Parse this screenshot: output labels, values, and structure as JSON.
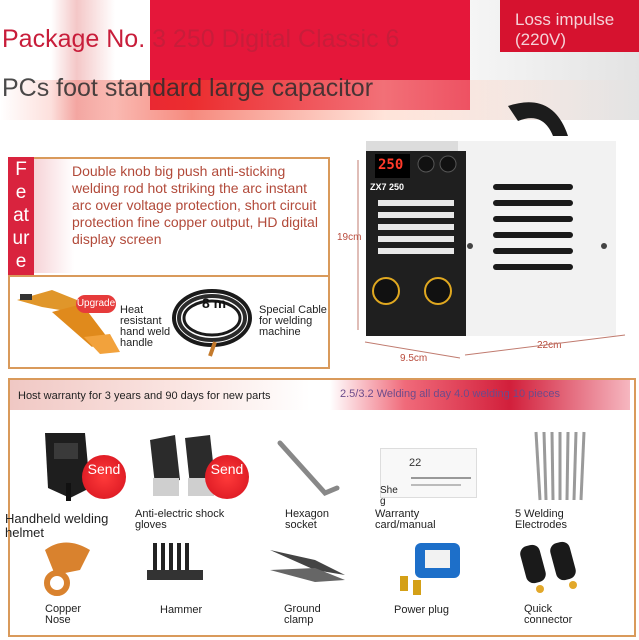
{
  "header": {
    "title_line1": "Package No. 3 250 Digital Classic 6",
    "title_line2": "PCs foot standard large capacitor",
    "loss_impulse": "Loss impulse",
    "voltage": "(220V)"
  },
  "feature": {
    "label_letters": [
      "F",
      "e",
      "at",
      "ur",
      "e"
    ],
    "description": "Double knob big push anti-sticking welding rod hot striking the arc instant arc over voltage protection, short circuit protection fine copper output, HD digital display screen"
  },
  "accessories_top": {
    "upgrade_badge": "Upgrade",
    "handle_label": "Heat resistant hand weld handle",
    "cable_length": "8 m",
    "cable_label": "Special Cable for welding machine"
  },
  "machine": {
    "display_value": "250",
    "model_label": "ZX7 250",
    "height_dim": "19cm",
    "width_dim": "9.5cm",
    "length_dim": "22cm"
  },
  "bottom": {
    "warranty_text": "Host warranty for 3 years and 90 days for new parts",
    "welding_text": "2.5/3.2 Welding all day 4.0 welding 10 pieces",
    "send_badge": "Send",
    "card_number": "22",
    "card_extra": "She g",
    "items_row1": [
      {
        "label": "Handheld welding helmet"
      },
      {
        "label": "Anti-electric shock gloves"
      },
      {
        "label": "Hexagon socket"
      },
      {
        "label": "Warranty card/manual"
      },
      {
        "label": "5 Welding Electrodes"
      }
    ],
    "items_row2": [
      {
        "label": "Copper Nose"
      },
      {
        "label": "Hammer"
      },
      {
        "label": "Ground clamp"
      },
      {
        "label": "Power plug"
      },
      {
        "label": "Quick connector"
      }
    ]
  },
  "colors": {
    "accent_red": "#d9233e",
    "border_tan": "#d99a5b"
  }
}
